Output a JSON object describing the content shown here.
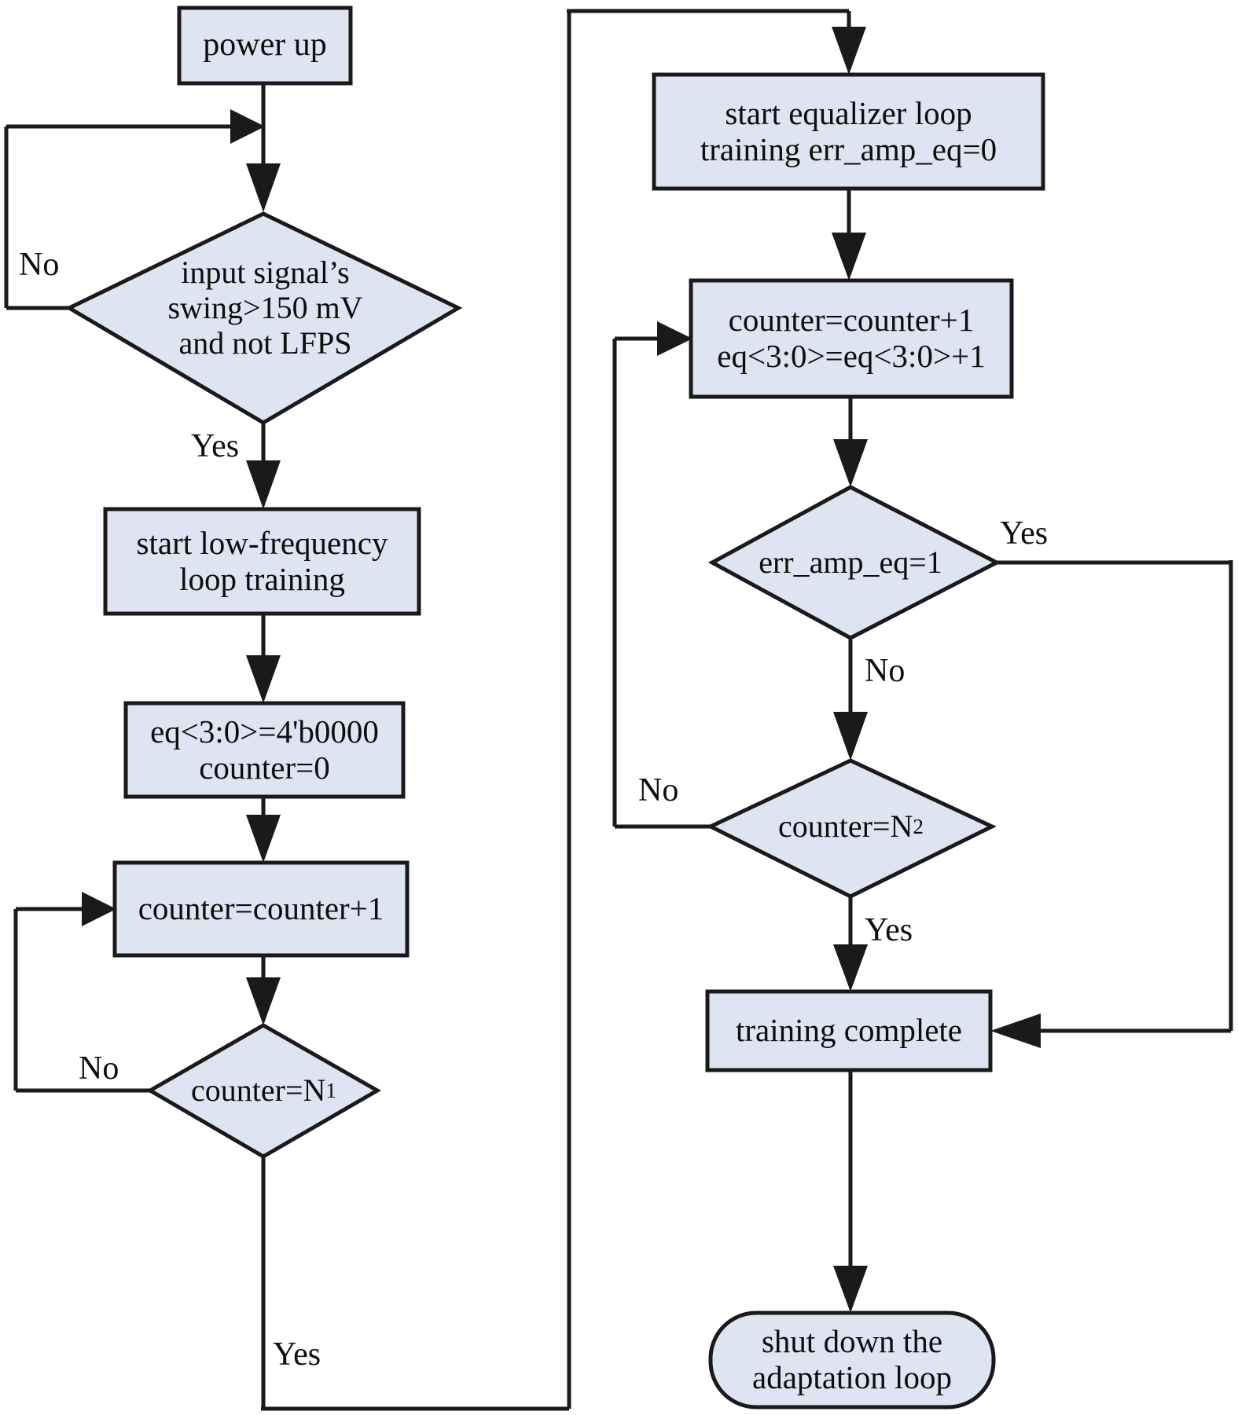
{
  "diagram": {
    "title": "adaptation loop training flowchart",
    "colors": {
      "node_fill": "#dfe4f2",
      "stroke": "#1a1a1a",
      "background": "#ffffff",
      "text": "#0d0d0d"
    },
    "nodes": [
      {
        "id": "power-up",
        "shape": "process",
        "text": "power up"
      },
      {
        "id": "input-swing",
        "shape": "decision",
        "text": "input signal’s\nswing>150 mV\nand not LFPS"
      },
      {
        "id": "low-freq",
        "shape": "process",
        "text": "start low-frequency\nloop training"
      },
      {
        "id": "eq-init",
        "shape": "process",
        "text": "eq<3:0>=4'b0000\ncounter=0"
      },
      {
        "id": "counter-inc-1",
        "shape": "process",
        "text": "counter=counter+1"
      },
      {
        "id": "counter-n1",
        "shape": "decision",
        "text_main": "counter=N",
        "text_sub": "1"
      },
      {
        "id": "start-eq-loop",
        "shape": "process",
        "text": "start equalizer loop\ntraining err_amp_eq=0"
      },
      {
        "id": "counter-inc-2",
        "shape": "process",
        "text": "counter=counter+1\neq<3:0>=eq<3:0>+1"
      },
      {
        "id": "err-amp-eq",
        "shape": "decision",
        "text": "err_amp_eq=1"
      },
      {
        "id": "counter-n2",
        "shape": "decision",
        "text_main": "counter=N",
        "text_sub": "2"
      },
      {
        "id": "training-done",
        "shape": "process",
        "text": "training complete"
      },
      {
        "id": "shut-down",
        "shape": "terminal",
        "text": "shut down the\nadaptation loop"
      }
    ],
    "edge_labels": {
      "input_swing_no": "No",
      "input_swing_yes": "Yes",
      "counter_n1_no": "No",
      "counter_n1_yes": "Yes",
      "err_amp_eq_yes": "Yes",
      "err_amp_eq_no": "No",
      "counter_n2_no": "No",
      "counter_n2_yes": "Yes"
    }
  }
}
